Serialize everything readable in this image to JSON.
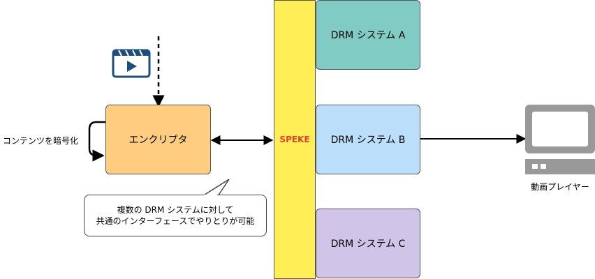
{
  "nodes": {
    "encryptor": "エンクリプタ",
    "speke": "SPEKE",
    "drm_a": "DRM システム A",
    "drm_b": "DRM システム B",
    "drm_c": "DRM システム C",
    "player": "動画プレイヤー",
    "encrypt_loop": "コンテンツを暗号化"
  },
  "callout": {
    "line1": "複数の DRM システムに対して",
    "line2": "共通のインターフェースでやりとりが可能"
  },
  "colors": {
    "encryptor_fill": "#ffcc80",
    "speke_fill": "#ffee55",
    "speke_text": "#e8402a",
    "drm_a_fill": "#80cbc4",
    "drm_b_fill": "#bbdefb",
    "drm_c_fill": "#d1c4e9",
    "video_icon": "#1e4e79",
    "monitor": "#999999"
  },
  "icons": {
    "content": "video-clapper-icon",
    "player": "monitor-icon"
  }
}
